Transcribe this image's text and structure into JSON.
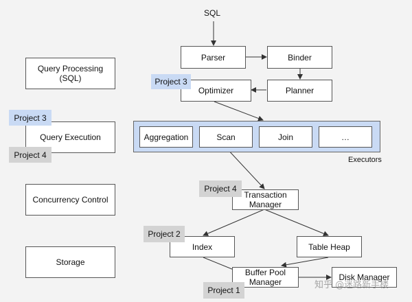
{
  "layers": {
    "query_processing": "Query Processing\n(SQL)",
    "query_execution": "Query Execution",
    "concurrency_control": "Concurrency Control",
    "storage": "Storage"
  },
  "pipeline": {
    "sql_label": "SQL",
    "parser": "Parser",
    "binder": "Binder",
    "optimizer": "Optimizer",
    "planner": "Planner"
  },
  "executors": {
    "items": [
      "Aggregation",
      "Scan",
      "Join",
      "…"
    ],
    "caption": "Executors"
  },
  "components": {
    "transaction_manager": "Transaction\nManager",
    "index": "Index",
    "table_heap": "Table Heap",
    "buffer_pool_manager": "Buffer Pool\nManager",
    "disk_manager": "Disk Manager"
  },
  "project_tags": {
    "left_project3": "Project 3",
    "left_project4": "Project 4",
    "optimizer_project3": "Project 3",
    "txn_project4": "Project 4",
    "index_project2": "Project 2",
    "bpm_project1": "Project 1"
  },
  "colors": {
    "tag_blue": "#c9daf4",
    "tag_gray": "#d3d3d3",
    "exec_panel": "#c9daf4"
  },
  "watermark": "知乎 @迷路新手楼"
}
